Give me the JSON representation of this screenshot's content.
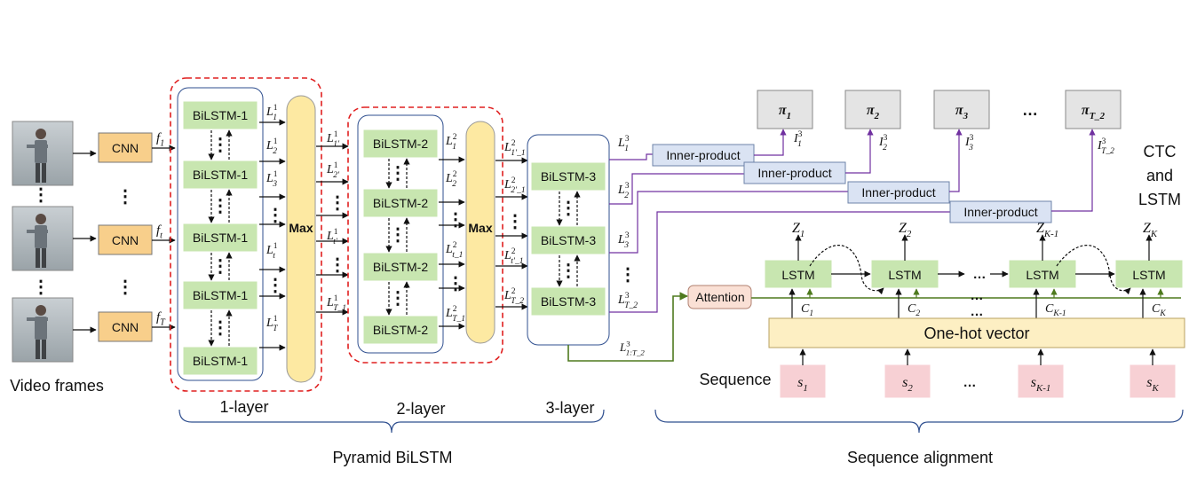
{
  "diagram": {
    "video": {
      "caption": "Video frames",
      "dots": "⋮"
    },
    "cnn": {
      "label": "CNN",
      "dots": "⋮"
    },
    "features": [
      "f_1",
      "f_t",
      "f_T"
    ],
    "layer1": {
      "block": "BiLSTM-1",
      "outputs": [
        "L^1_1",
        "L^1_2",
        "L^1_3",
        "⋮",
        "L^1_t",
        "⋮",
        "L^1_T"
      ],
      "max": "Max",
      "pooled": [
        "L^1_{1'}",
        "L^1_{2'}",
        "⋮",
        "L^1_{t'}",
        "⋮",
        "L^1_{T_1}"
      ],
      "caption": "1-layer"
    },
    "layer2": {
      "block": "BiLSTM-2",
      "outputs": [
        "L^2_1",
        "L^2_2",
        "⋮",
        "L^2_{t_1}",
        "⋮",
        "L^2_{T_1}"
      ],
      "max": "Max",
      "pooled": [
        "L^2_{1'_1}",
        "L^2_{2'_1}",
        "⋮",
        "L^2_{t'_1}",
        "L^2_{T_2}"
      ],
      "caption": "2-layer"
    },
    "layer3": {
      "block": "BiLSTM-3",
      "outputs": [
        "L^3_1",
        "L^3_2",
        "L^3_3",
        "⋮",
        "L^3_{T_2}"
      ],
      "concat": "L^3_{1:T_2}",
      "caption": "3-layer"
    },
    "ctc": {
      "inner_product": "Inner-product",
      "pis": [
        "π_1",
        "π_2",
        "π_3",
        "…",
        "π_{T_2}"
      ],
      "intermediate": [
        "I^3_1",
        "I^3_2",
        "I^3_3",
        "I^3_{T_2}"
      ],
      "title_lines": [
        "CTC",
        "and",
        "LSTM"
      ]
    },
    "decoder": {
      "attention": "Attention",
      "lstm": "LSTM",
      "outputs": [
        "Z_1",
        "Z_2",
        "Z_{K-1}",
        "Z_K"
      ],
      "contexts": [
        "C_1",
        "C_2",
        "C_{K-1}",
        "C_K"
      ],
      "onehot": "One-hot vector",
      "sequence_label": "Sequence",
      "symbols": [
        "s_1",
        "s_2",
        "s_{K-1}",
        "s_K"
      ],
      "ellipsis": "…"
    },
    "bottom": {
      "pyramid": "Pyramid BiLSTM",
      "alignment": "Sequence alignment"
    },
    "colors": {
      "cnn_fill": "#f8cf8b",
      "bilstm_fill": "#c8e6b0",
      "max_fill": "#fde9a2",
      "onehot_fill": "#fdefc3",
      "inner_fill": "#dae3f3",
      "pi_fill": "#e4e4e4",
      "seq_fill": "#f7d0d4",
      "attention_fill": "#fae0d5",
      "dashed_red": "#e02020",
      "purple": "#7030a0",
      "green": "#4e7a1e",
      "brace": "#2f4f8f"
    }
  }
}
